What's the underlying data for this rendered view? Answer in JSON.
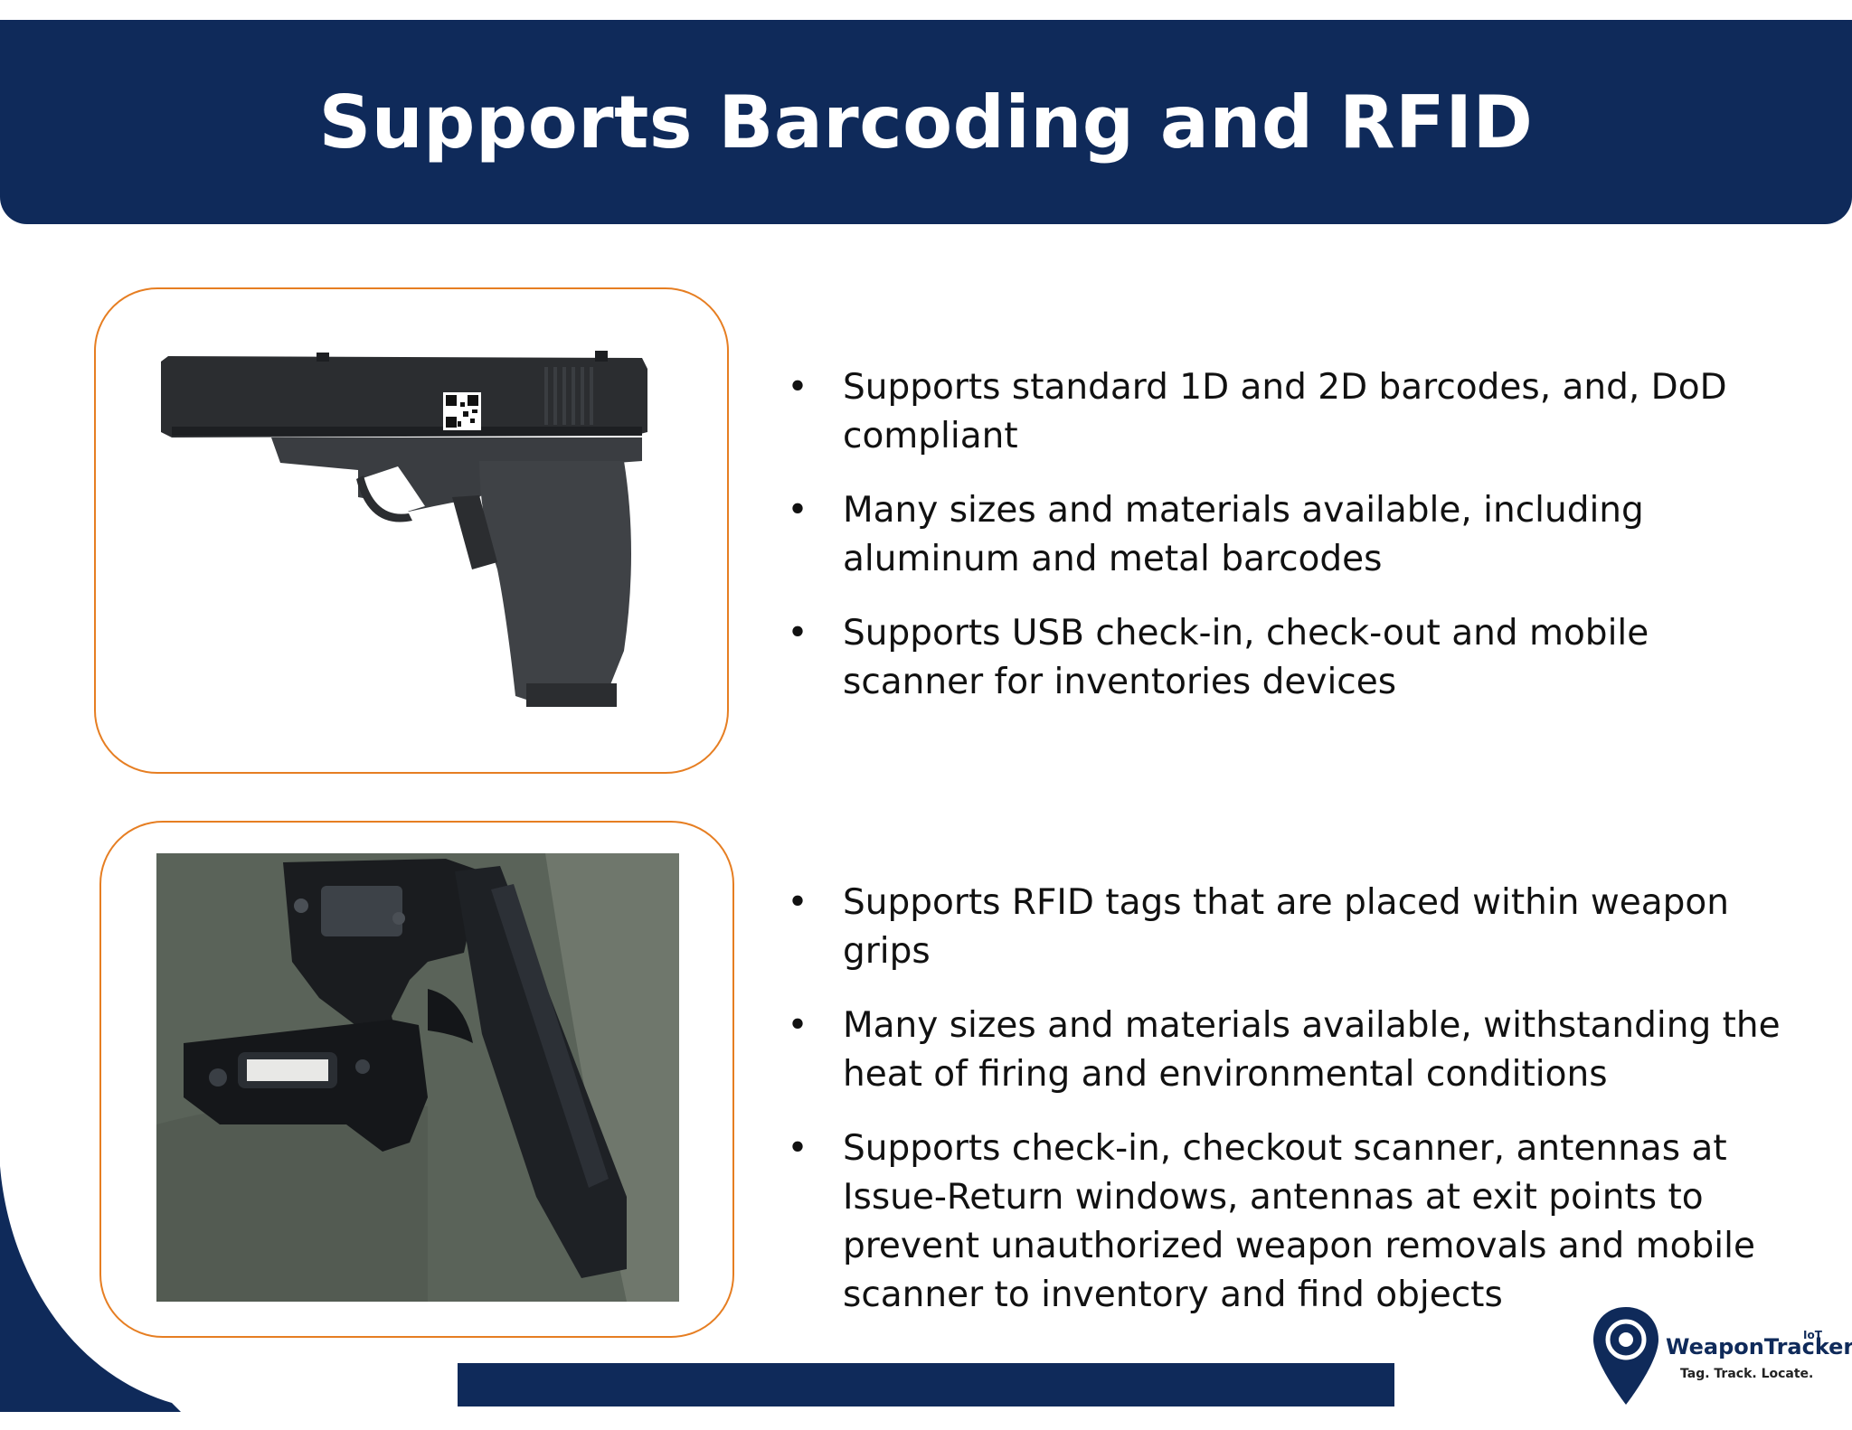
{
  "header": {
    "title": "Supports Barcoding and RFID"
  },
  "section_barcode": {
    "image_icon": "pistol-with-qr-code",
    "bullets": [
      "Supports standard 1D and 2D barcodes, and, DoD compliant",
      "Many sizes and materials available, including aluminum and metal barcodes",
      "Supports USB check-in, check-out and mobile scanner for inventories devices"
    ]
  },
  "section_rfid": {
    "image_icon": "disassembled-pistol-rfid-grip",
    "bullets": [
      "Supports RFID tags that are placed within weapon grips",
      "Many sizes and materials available, withstanding the heat of firing and environmental conditions",
      "Supports check-in, checkout scanner, antennas at Issue-Return windows, antennas at exit points to prevent unauthorized weapon removals and mobile scanner to inventory and find objects"
    ]
  },
  "logo": {
    "name": "WeaponTracker",
    "superscript": "IoT",
    "tagline": "Tag.  Track.  Locate.",
    "icon": "location-pin-target-icon"
  },
  "colors": {
    "navy": "#0f2a5a",
    "accent_orange": "#e67e22"
  }
}
